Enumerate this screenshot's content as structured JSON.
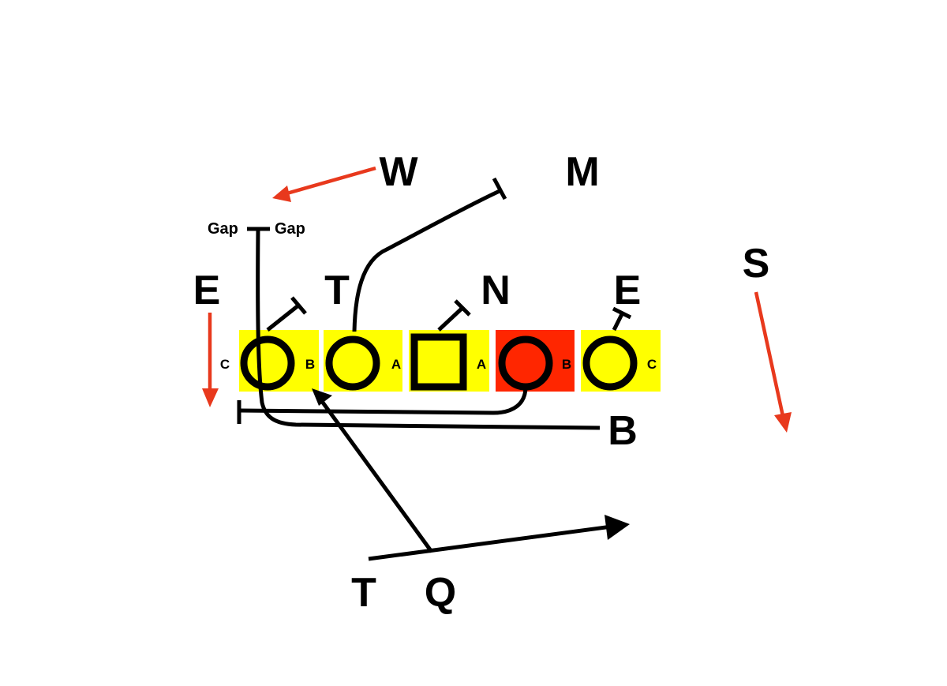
{
  "colors": {
    "gap_fill": "#ffff00",
    "highlight_gap_fill": "#ff2600",
    "player_fill_yellow": "#ffff00",
    "player_fill_red": "#ff2600",
    "route_color": "#000000",
    "movement_arrow_color": "#e8391d"
  },
  "defense": {
    "end_left": "E",
    "tackle": "T",
    "nose": "N",
    "end_right": "E",
    "will": "W",
    "mike": "M",
    "safety": "S"
  },
  "offense": {
    "back": "B",
    "tight_end": "T",
    "quarterback": "Q"
  },
  "gaps": {
    "c_left": "C",
    "b_left": "B",
    "a_left": "A",
    "a_right": "A",
    "b_right": "B",
    "c_right": "C"
  },
  "gap_labels": {
    "left": "Gap",
    "right": "Gap"
  }
}
